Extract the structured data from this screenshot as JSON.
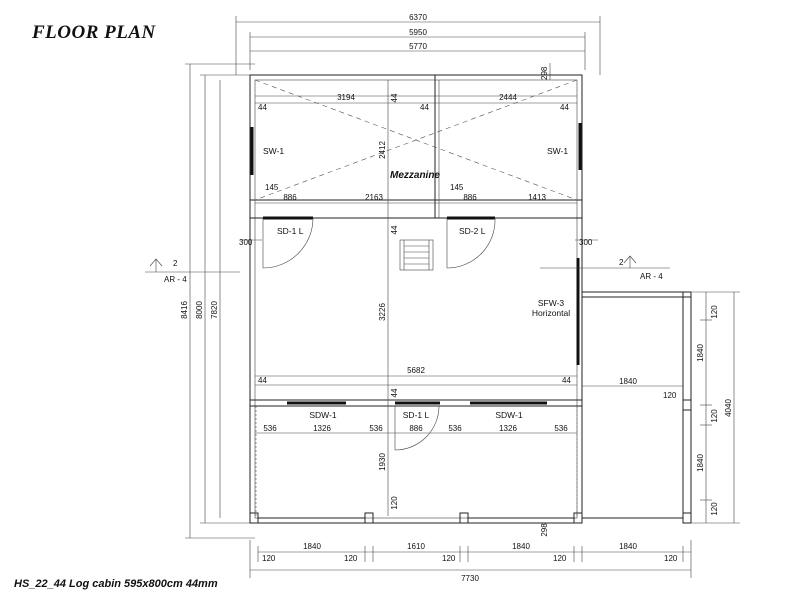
{
  "title": "FLOOR PLAN",
  "caption": "HS_22_44 Log cabin 595x800cm 44mm",
  "room_labels": {
    "mezzanine": "Mezzanine",
    "sw_left": "SW-1",
    "sw_right": "SW-1",
    "sd1_upper": "SD-1 L",
    "sd2_upper": "SD-2 L",
    "sfw3": "SFW-3",
    "horizontal": "Horizontal",
    "sdw1_left": "SDW-1",
    "sd1_lower": "SD-1 L",
    "sdw1_right": "SDW-1"
  },
  "section_markers": {
    "left_num": "2",
    "left_ref": "AR - 4",
    "right_num": "2",
    "right_ref": "AR - 4"
  },
  "dims": {
    "top_6370": "6370",
    "top_5950": "5950",
    "top_5770": "5770",
    "d298_top": "298",
    "d44_a": "44",
    "d3194": "3194",
    "d44_b": "44",
    "d44_c": "44",
    "d2444": "2444",
    "d44_d": "44",
    "d2412": "2412",
    "d145_a": "145",
    "d886_a": "886",
    "d2163": "2163",
    "d145_b": "145",
    "d886_b": "886",
    "d1413": "1413",
    "d300_l": "300",
    "d300_r": "300",
    "d44_e": "44",
    "d3226": "3226",
    "d5682": "5682",
    "d44_f": "44",
    "d44_g": "44",
    "d44_h": "44",
    "d1840_mid": "1840",
    "d120_mid": "120",
    "d536_a": "536",
    "d1326_a": "1326",
    "d536_b": "536",
    "d886_c": "886",
    "d536_c": "536",
    "d1326_b": "1326",
    "d536_d": "536",
    "d1930": "1930",
    "d120_v": "120",
    "d298_bot": "298",
    "left_8416": "8416",
    "left_8000": "8000",
    "left_7820": "7820",
    "r120_a": "120",
    "r1840_a": "1840",
    "r120_b": "120",
    "r1840_b": "1840",
    "r120_c": "120",
    "r4040": "4040",
    "b120_a": "120",
    "b1840_a": "1840",
    "b120_b": "120",
    "b1610": "1610",
    "b120_c": "120",
    "b1840_b": "1840",
    "b120_d": "120",
    "b1840_c": "1840",
    "b120_e": "120",
    "b7730": "7730"
  }
}
